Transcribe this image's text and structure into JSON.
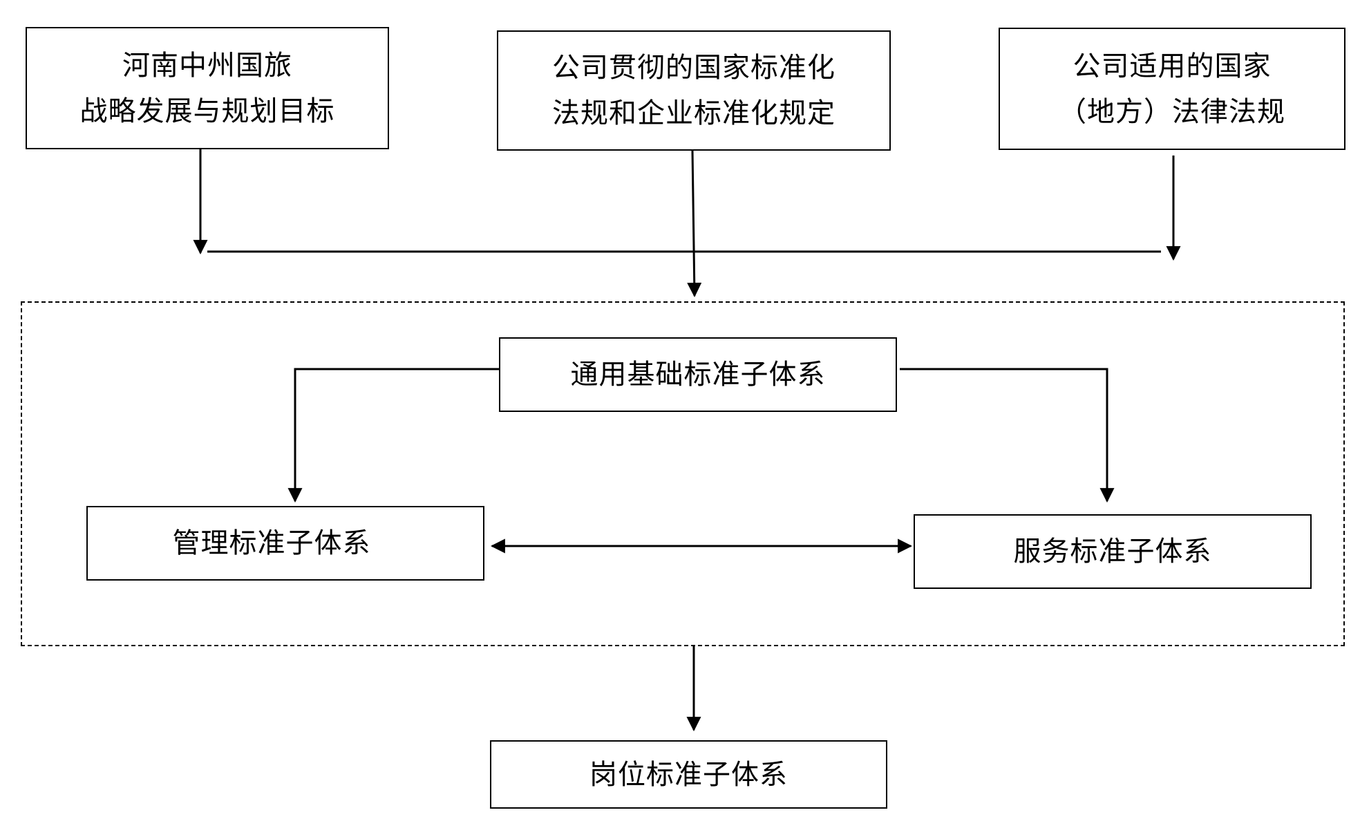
{
  "diagram": {
    "sources": {
      "strategy": {
        "line1": "河南中州国旅",
        "line2": "战略发展与规划目标"
      },
      "national_standards": {
        "line1": "公司贯彻的国家标准化",
        "line2": "法规和企业标准化规定"
      },
      "laws": {
        "line1": "公司适用的国家",
        "line2": "（地方）法律法规"
      }
    },
    "system": {
      "general": "通用基础标准子体系",
      "management": "管理标准子体系",
      "service": "服务标准子体系"
    },
    "post": "岗位标准子体系"
  }
}
